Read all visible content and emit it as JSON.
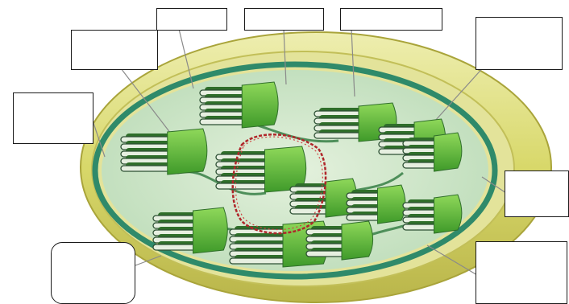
{
  "colors": {
    "outer_membrane": "#d8d86a",
    "outer_membrane_edge": "#a9a43a",
    "inner_membrane": "#2f8a6a",
    "stroma": "#cfe7cc",
    "thylakoid_face": "#58b43c",
    "thylakoid_dark": "#2f6e2a",
    "dna": "#b0262a",
    "leader_line": "#8a8a8a",
    "box_border": "#1a1a1a"
  },
  "icons": [
    "chloroplast-illustration",
    "dna-loop"
  ],
  "labels": [
    {
      "id": "box-top-left",
      "text": ""
    },
    {
      "id": "box-top-center-left",
      "text": ""
    },
    {
      "id": "box-top-center",
      "text": ""
    },
    {
      "id": "box-top-center-right",
      "text": ""
    },
    {
      "id": "box-top-right",
      "text": ""
    },
    {
      "id": "box-left",
      "text": ""
    },
    {
      "id": "box-right",
      "text": ""
    },
    {
      "id": "box-bottom-left",
      "text": ""
    },
    {
      "id": "box-bottom-right",
      "text": ""
    }
  ]
}
